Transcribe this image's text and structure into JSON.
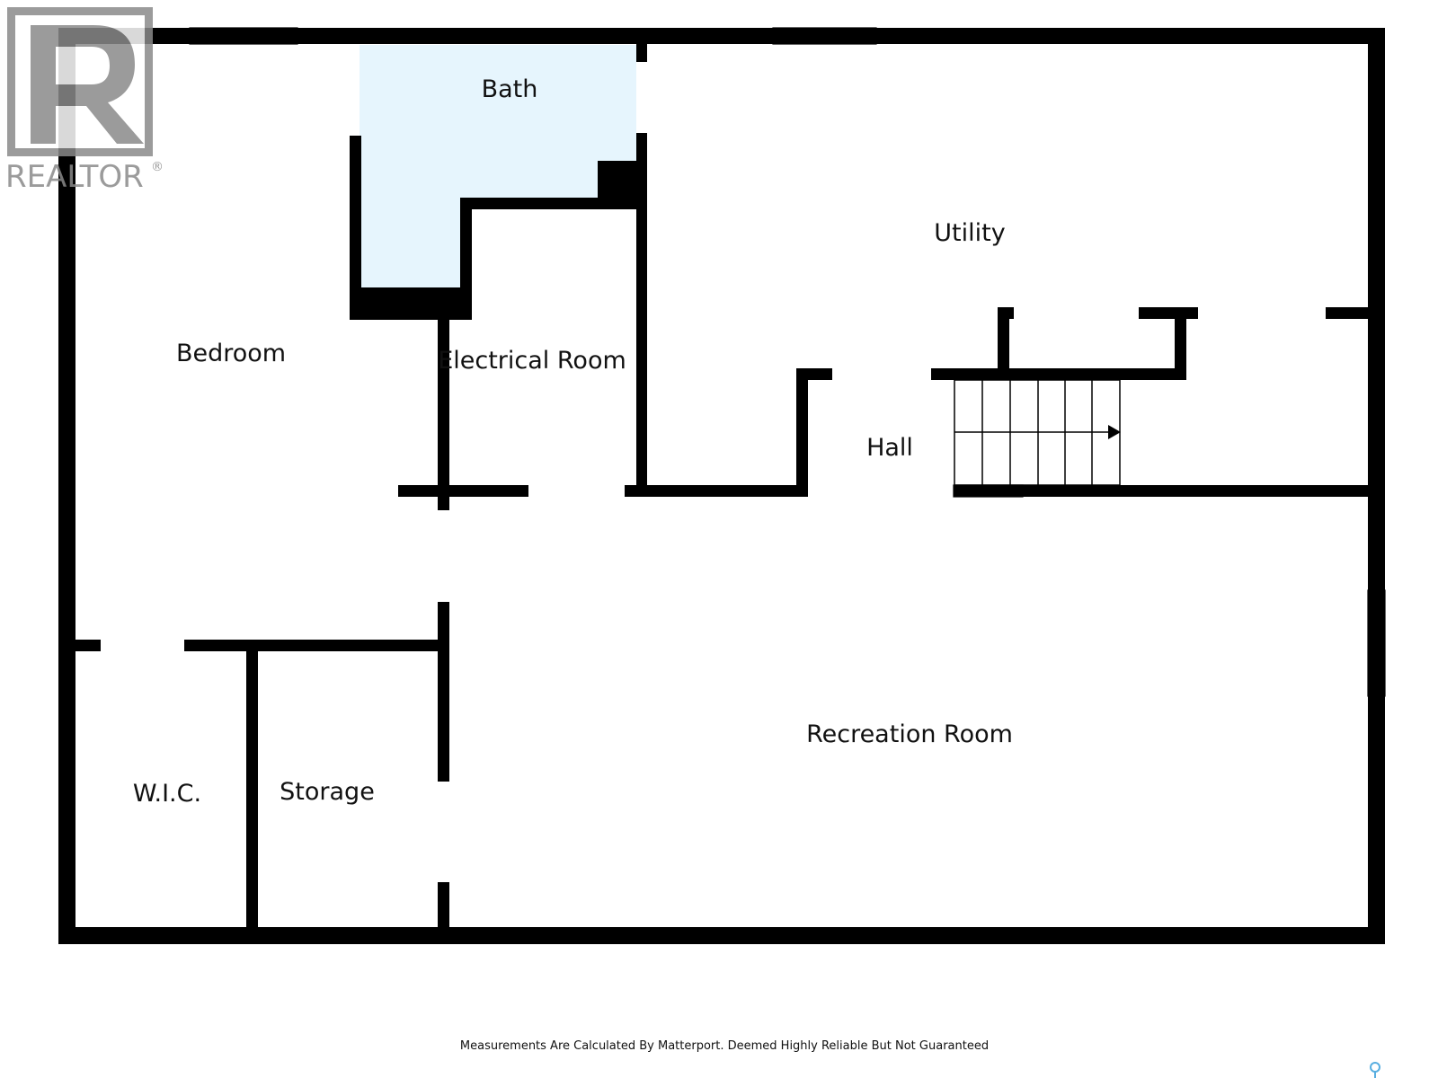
{
  "colors": {
    "wall": "#000000",
    "bath_fill": "#e6f5fd",
    "background": "#ffffff",
    "logo": "#8a8a8a",
    "pin": "#58aee0"
  },
  "logo": {
    "text": "REALTOR",
    "registered": "®"
  },
  "rooms": {
    "bath": "Bath",
    "utility": "Utility",
    "bedroom": "Bedroom",
    "electrical": "Electrical Room",
    "hall": "Hall",
    "recreation": "Recreation Room",
    "wic": "W.I.C.",
    "storage": "Storage"
  },
  "disclaimer": "Measurements Are Calculated By Matterport. Deemed Highly Reliable But Not Guaranteed",
  "icons": {
    "logo": "realtor-logo-icon",
    "stairs_arrow": "arrow-right-icon",
    "pin": "map-pin-icon"
  }
}
